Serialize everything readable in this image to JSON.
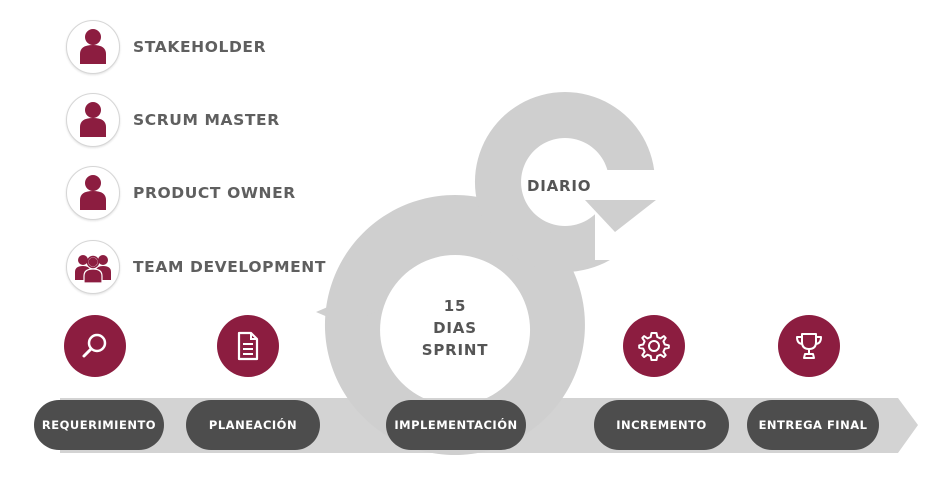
{
  "roles": [
    {
      "label": "STAKEHOLDER",
      "icon": "person-icon"
    },
    {
      "label": "SCRUM MASTER",
      "icon": "person-icon"
    },
    {
      "label": "PRODUCT OWNER",
      "icon": "person-icon"
    },
    {
      "label": "TEAM DEVELOPMENT",
      "icon": "team-icon"
    }
  ],
  "stages": [
    {
      "label": "REQUERIMIENTO",
      "icon": "magnifier-icon"
    },
    {
      "label": "PLANEACIÓN",
      "icon": "document-icon"
    },
    {
      "label": "IMPLEMENTACIÓN",
      "icon": ""
    },
    {
      "label": "INCREMENTO",
      "icon": "gear-icon"
    },
    {
      "label": "ENTREGA FINAL",
      "icon": "trophy-icon"
    }
  ],
  "sprint": {
    "line1": "15",
    "line2": "DIAS",
    "line3": "SPRINT",
    "daily_label": "DIARIO"
  },
  "colors": {
    "accent": "#8c1d40",
    "pill": "#4d4d4d",
    "arrow": "#cfcfcf",
    "text": "#5f5f5f"
  }
}
